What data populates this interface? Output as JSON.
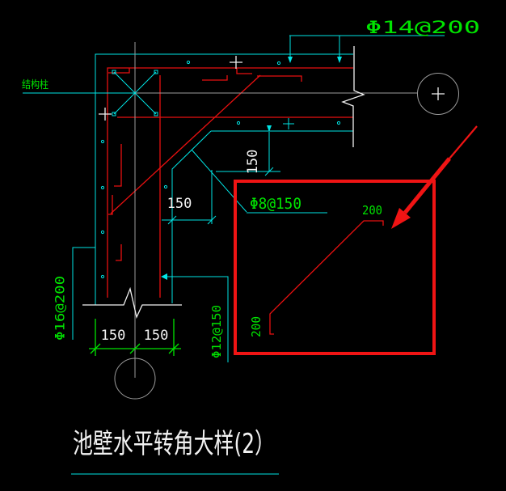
{
  "title": {
    "text": "池壁水平转角大样(2）"
  },
  "callouts": {
    "structural_column": "结构柱",
    "top_wall_outer_bar": "Φ14@200",
    "haunch_bar": "Φ8@150",
    "left_wall_outer_bar": "Φ16@200",
    "left_wall_inner_bar": "Φ12@150"
  },
  "detail_box": {
    "top_hook_length": "200",
    "bottom_hook_length": "200"
  },
  "dimensions": {
    "haunch_height": "150",
    "haunch_width": "150",
    "wall_half_left": "150",
    "wall_half_right": "150"
  },
  "colors": {
    "background": "#000000",
    "line_cyan": "#00e5e5",
    "line_red": "#e81010",
    "highlight_red": "#f01414",
    "annotation_green": "#00e400",
    "line_grey": "#9c9c9c",
    "text_white": "#f2f2f2"
  }
}
